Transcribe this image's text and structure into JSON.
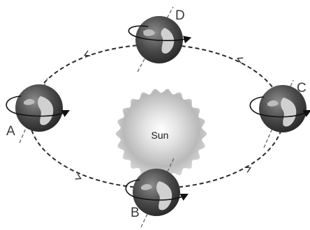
{
  "diagram": {
    "center_label": "Sun",
    "positions": [
      {
        "id": "A",
        "label": "A"
      },
      {
        "id": "B",
        "label": "B"
      },
      {
        "id": "C",
        "label": "C"
      },
      {
        "id": "D",
        "label": "D"
      }
    ]
  }
}
